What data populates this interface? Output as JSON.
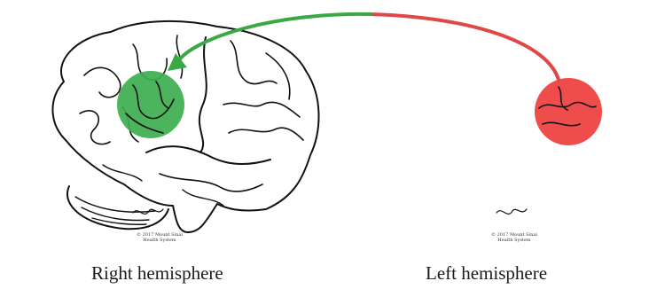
{
  "labels": {
    "right_hemisphere": "Right hemisphere",
    "left_hemisphere": "Left hemisphere"
  },
  "copyright": {
    "year_owner": "© 2017 Mount Sinai",
    "system": "Health System"
  },
  "colors": {
    "green_region": "#3cae4f",
    "red_region": "#ee3d3d",
    "arrow_green": "#3aa845",
    "arrow_red": "#e04848",
    "outline": "#111111"
  }
}
